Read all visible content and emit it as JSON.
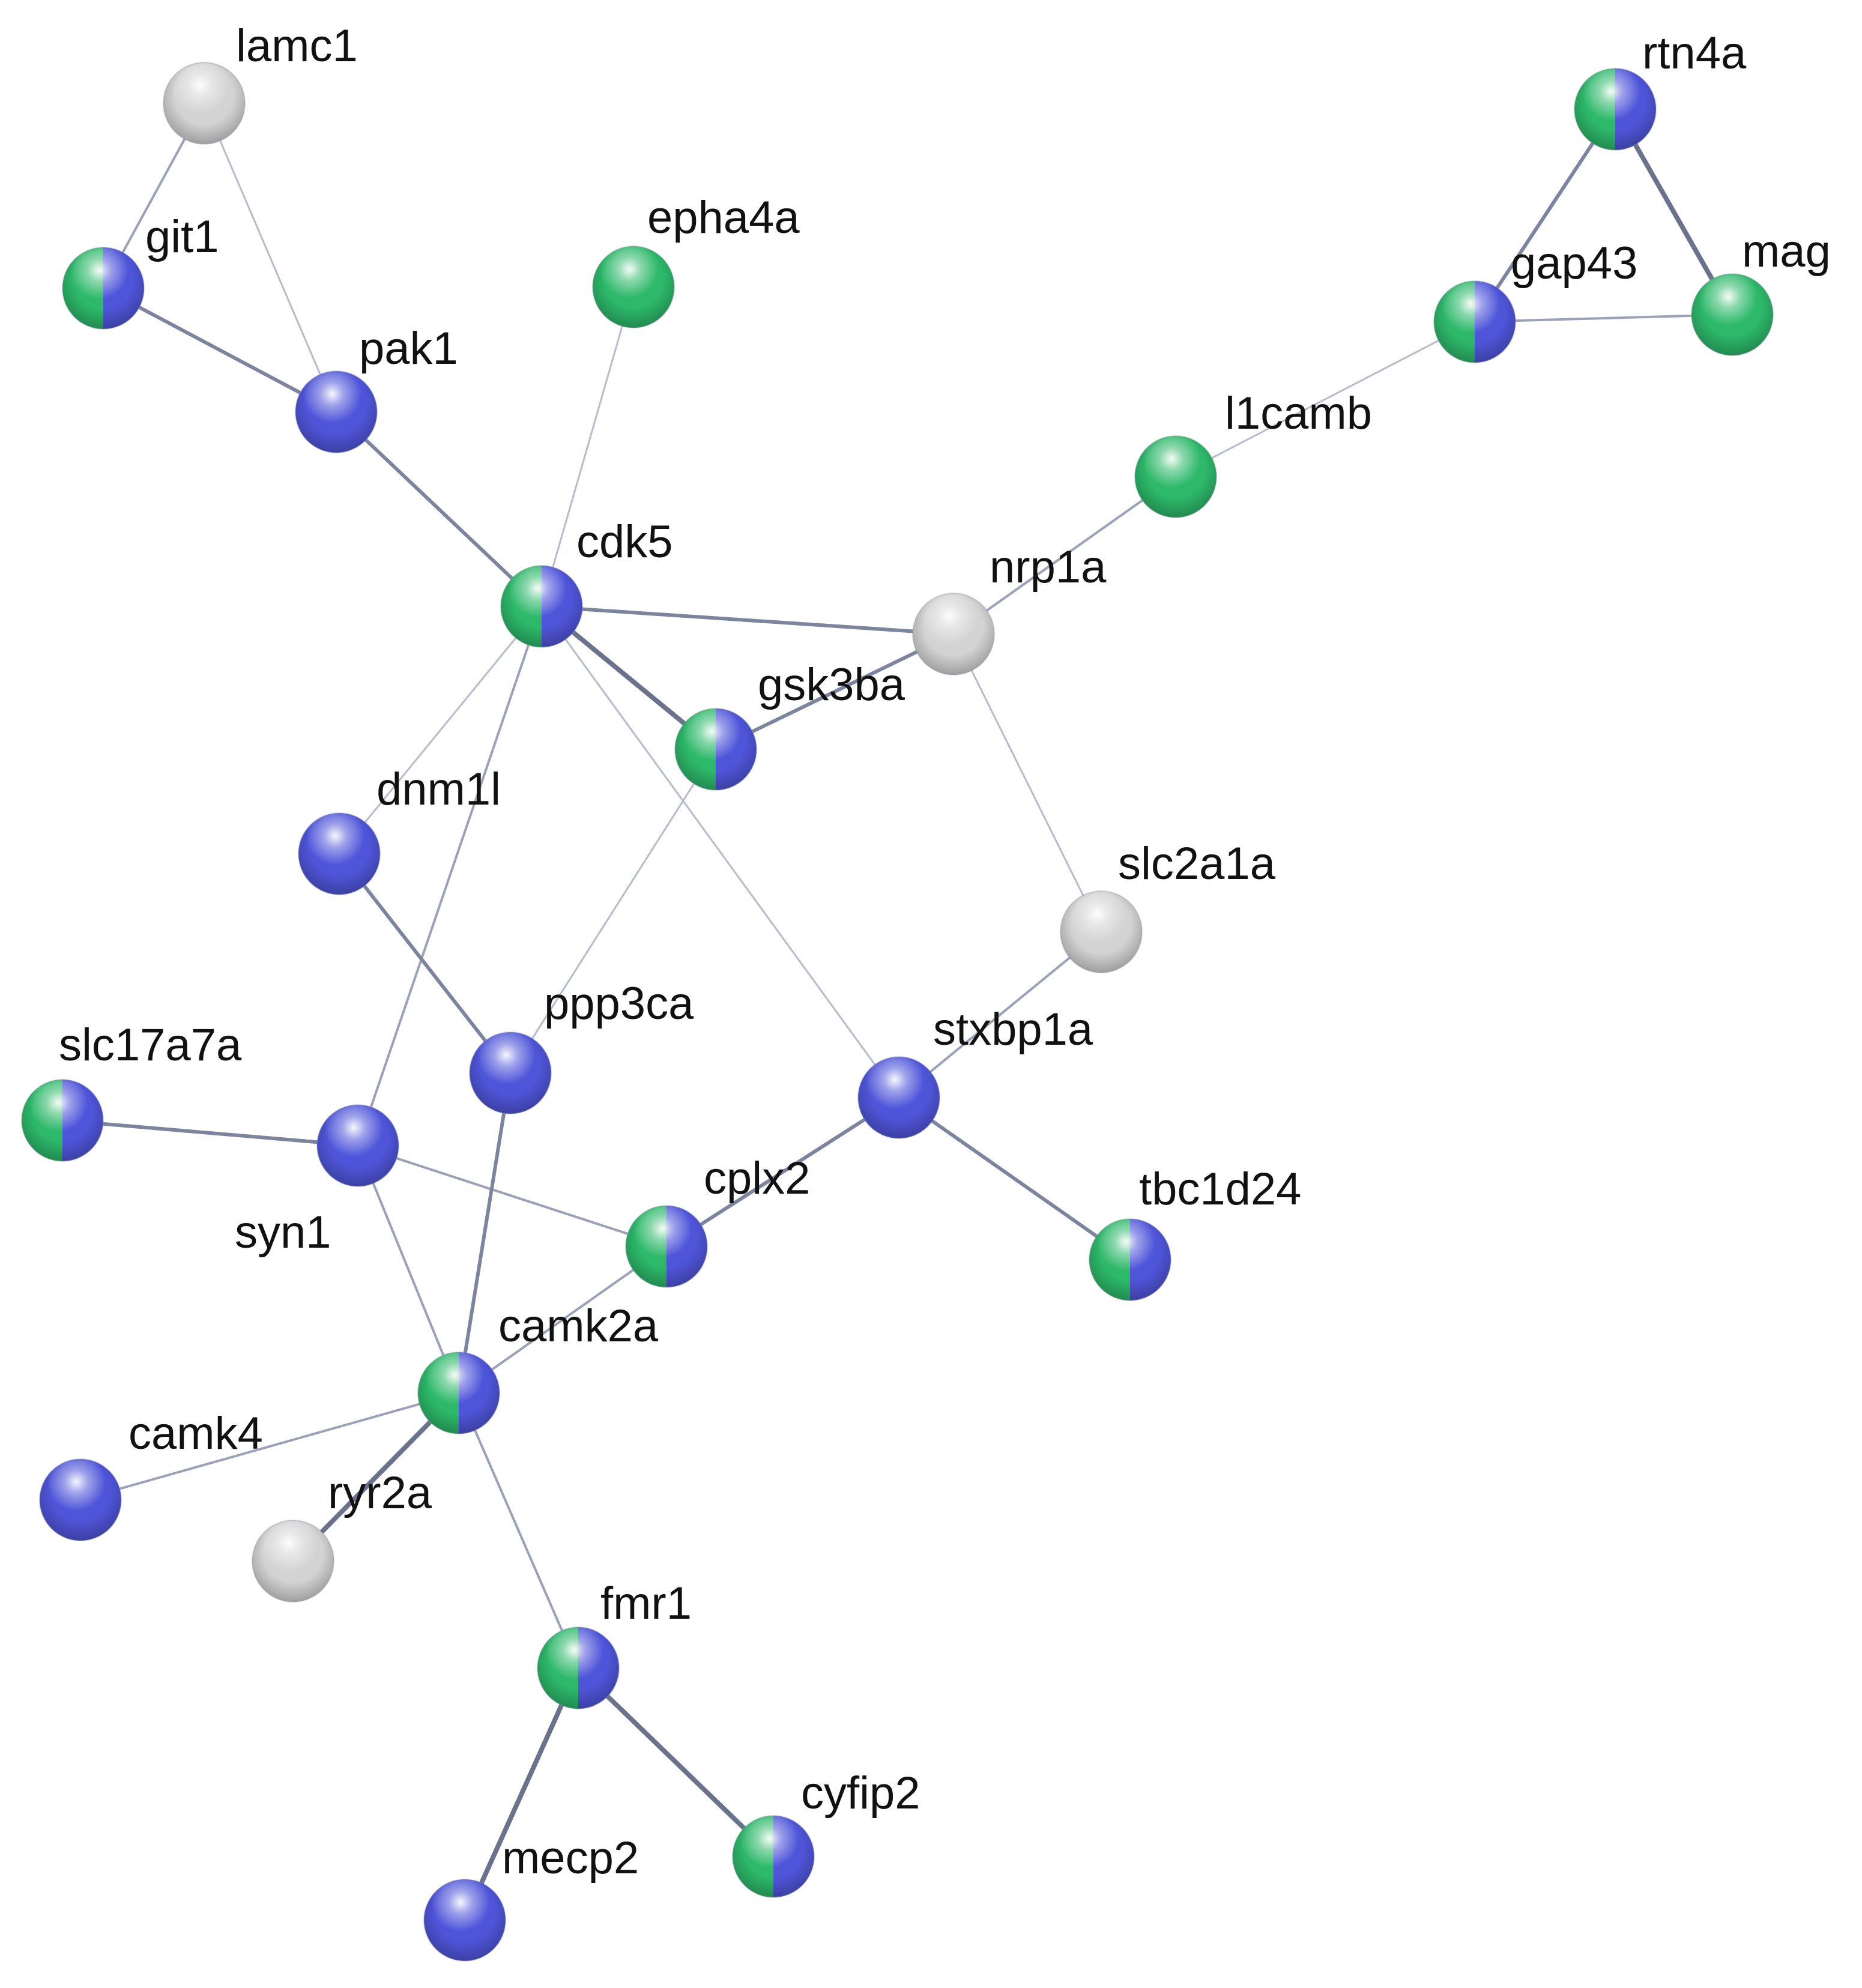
{
  "network": {
    "node_types": {
      "green-blue": {
        "left": "#2db86a",
        "right": "#4f55d9"
      },
      "blue": {
        "left": "#4f55d9",
        "right": "#4f55d9"
      },
      "gray": {
        "left": "#d3d3d3",
        "right": "#d3d3d3"
      },
      "green": {
        "left": "#2db86a",
        "right": "#2db86a"
      }
    },
    "nodes": [
      {
        "id": "lamc1",
        "label": "lamc1",
        "type": "gray"
      },
      {
        "id": "git1",
        "label": "git1",
        "type": "green-blue"
      },
      {
        "id": "pak1",
        "label": "pak1",
        "type": "blue"
      },
      {
        "id": "epha4a",
        "label": "epha4a",
        "type": "green"
      },
      {
        "id": "rtn4a",
        "label": "rtn4a",
        "type": "green-blue"
      },
      {
        "id": "gap43",
        "label": "gap43",
        "type": "green-blue"
      },
      {
        "id": "mag",
        "label": "mag",
        "type": "green"
      },
      {
        "id": "l1camb",
        "label": "l1camb",
        "type": "green"
      },
      {
        "id": "cdk5",
        "label": "cdk5",
        "type": "green-blue"
      },
      {
        "id": "nrp1a",
        "label": "nrp1a",
        "type": "gray"
      },
      {
        "id": "gsk3ba",
        "label": "gsk3ba",
        "type": "green-blue"
      },
      {
        "id": "dnm1l",
        "label": "dnm1l",
        "type": "blue"
      },
      {
        "id": "slc2a1a",
        "label": "slc2a1a",
        "type": "gray"
      },
      {
        "id": "ppp3ca",
        "label": "ppp3ca",
        "type": "blue"
      },
      {
        "id": "stxbp1a",
        "label": "stxbp1a",
        "type": "blue"
      },
      {
        "id": "slc17a7a",
        "label": "slc17a7a",
        "type": "green-blue"
      },
      {
        "id": "syn1",
        "label": "syn1",
        "type": "blue"
      },
      {
        "id": "cplx2",
        "label": "cplx2",
        "type": "green-blue"
      },
      {
        "id": "tbc1d24",
        "label": "tbc1d24",
        "type": "green-blue"
      },
      {
        "id": "camk2a",
        "label": "camk2a",
        "type": "green-blue"
      },
      {
        "id": "camk4",
        "label": "camk4",
        "type": "blue"
      },
      {
        "id": "ryr2a",
        "label": "ryr2a",
        "type": "gray"
      },
      {
        "id": "fmr1",
        "label": "fmr1",
        "type": "green-blue"
      },
      {
        "id": "cyfip2",
        "label": "cyfip2",
        "type": "green-blue"
      },
      {
        "id": "mecp2",
        "label": "mecp2",
        "type": "blue"
      }
    ],
    "edges": [
      {
        "source": "lamc1",
        "target": "git1",
        "confidence": "medium"
      },
      {
        "source": "lamc1",
        "target": "pak1",
        "confidence": "low"
      },
      {
        "source": "git1",
        "target": "pak1",
        "confidence": "high"
      },
      {
        "source": "pak1",
        "target": "cdk5",
        "confidence": "high"
      },
      {
        "source": "epha4a",
        "target": "cdk5",
        "confidence": "low"
      },
      {
        "source": "cdk5",
        "target": "nrp1a",
        "confidence": "high"
      },
      {
        "source": "cdk5",
        "target": "gsk3ba",
        "confidence": "highest"
      },
      {
        "source": "cdk5",
        "target": "dnm1l",
        "confidence": "low"
      },
      {
        "source": "cdk5",
        "target": "syn1",
        "confidence": "medium"
      },
      {
        "source": "cdk5",
        "target": "stxbp1a",
        "confidence": "low"
      },
      {
        "source": "nrp1a",
        "target": "gsk3ba",
        "confidence": "high"
      },
      {
        "source": "nrp1a",
        "target": "l1camb",
        "confidence": "medium"
      },
      {
        "source": "nrp1a",
        "target": "slc2a1a",
        "confidence": "low"
      },
      {
        "source": "l1camb",
        "target": "gap43",
        "confidence": "low"
      },
      {
        "source": "gap43",
        "target": "rtn4a",
        "confidence": "high"
      },
      {
        "source": "gap43",
        "target": "mag",
        "confidence": "medium"
      },
      {
        "source": "rtn4a",
        "target": "mag",
        "confidence": "highest"
      },
      {
        "source": "gsk3ba",
        "target": "ppp3ca",
        "confidence": "low"
      },
      {
        "source": "dnm1l",
        "target": "ppp3ca",
        "confidence": "high"
      },
      {
        "source": "slc2a1a",
        "target": "stxbp1a",
        "confidence": "medium"
      },
      {
        "source": "stxbp1a",
        "target": "cplx2",
        "confidence": "high"
      },
      {
        "source": "stxbp1a",
        "target": "tbc1d24",
        "confidence": "high"
      },
      {
        "source": "slc17a7a",
        "target": "syn1",
        "confidence": "high"
      },
      {
        "source": "syn1",
        "target": "cplx2",
        "confidence": "medium"
      },
      {
        "source": "syn1",
        "target": "camk2a",
        "confidence": "medium"
      },
      {
        "source": "ppp3ca",
        "target": "camk2a",
        "confidence": "high"
      },
      {
        "source": "cplx2",
        "target": "camk2a",
        "confidence": "medium"
      },
      {
        "source": "camk2a",
        "target": "camk4",
        "confidence": "medium"
      },
      {
        "source": "camk2a",
        "target": "ryr2a",
        "confidence": "highest"
      },
      {
        "source": "camk2a",
        "target": "fmr1",
        "confidence": "medium"
      },
      {
        "source": "fmr1",
        "target": "mecp2",
        "confidence": "highest"
      },
      {
        "source": "fmr1",
        "target": "cyfip2",
        "confidence": "highest"
      }
    ]
  }
}
